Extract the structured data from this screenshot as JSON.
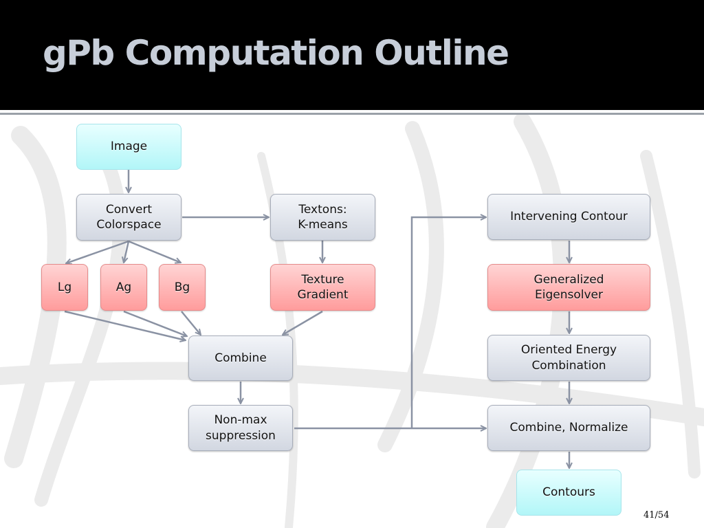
{
  "slide": {
    "title": "gPb Computation Outline",
    "page_number": "41/54"
  },
  "colors": {
    "header_bg": "#000000",
    "title_text": "#c7ced9",
    "gray_box": "#d2d7e1",
    "red_box": "#ff9c9c",
    "cyan_box": "#b2f6f8",
    "arrow": "#8a92a3"
  },
  "diagram": {
    "nodes": {
      "image": "Image",
      "convert_colorspace": "Convert\nColorspace",
      "textons": "Textons:\nK-means",
      "lg": "Lg",
      "ag": "Ag",
      "bg": "Bg",
      "texture_gradient": "Texture\nGradient",
      "combine": "Combine",
      "non_max_suppression": "Non-max\nsuppression",
      "intervening_contour": "Intervening Contour",
      "generalized_eigensolver": "Generalized\nEigensolver",
      "oriented_energy": "Oriented Energy\nCombination",
      "combine_normalize": "Combine, Normalize",
      "contours": "Contours"
    },
    "edges": [
      [
        "image",
        "convert_colorspace"
      ],
      [
        "convert_colorspace",
        "textons"
      ],
      [
        "convert_colorspace",
        "lg"
      ],
      [
        "convert_colorspace",
        "ag"
      ],
      [
        "convert_colorspace",
        "bg"
      ],
      [
        "textons",
        "texture_gradient"
      ],
      [
        "lg",
        "combine"
      ],
      [
        "ag",
        "combine"
      ],
      [
        "bg",
        "combine"
      ],
      [
        "texture_gradient",
        "combine"
      ],
      [
        "combine",
        "non_max_suppression"
      ],
      [
        "non_max_suppression",
        "intervening_contour"
      ],
      [
        "non_max_suppression",
        "combine_normalize"
      ],
      [
        "intervening_contour",
        "generalized_eigensolver"
      ],
      [
        "generalized_eigensolver",
        "oriented_energy"
      ],
      [
        "oriented_energy",
        "combine_normalize"
      ],
      [
        "combine_normalize",
        "contours"
      ]
    ]
  }
}
